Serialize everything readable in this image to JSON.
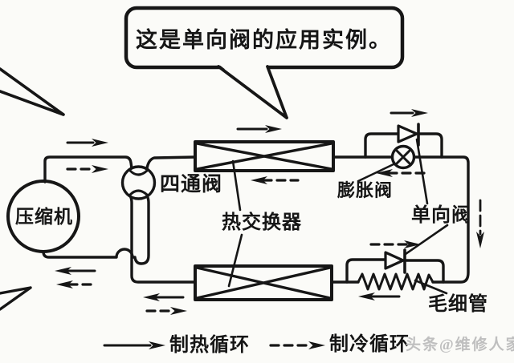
{
  "bubble": {
    "text": "这是单向阀的应用实例。"
  },
  "labels": {
    "compressor": "压缩机",
    "four_way_valve": "四通阀",
    "heat_exchanger": "热交换器",
    "expansion_valve": "膨胀阀",
    "check_valve": "单向阀",
    "capillary_tube": "毛细管"
  },
  "legend": {
    "heating": {
      "label": "制热循环",
      "line_style": "solid"
    },
    "cooling": {
      "label": "制冷循环",
      "line_style": "dashed"
    }
  },
  "watermark": {
    "text": "头条@维修人家"
  },
  "icons": {
    "compressor-icon": "large-circle",
    "four-way-valve-icon": "circle-with-pinched-ports",
    "heat-exchanger-icon": "crossed-rectangle",
    "expansion-valve-icon": "circle-with-cross",
    "check-valve-icon": "triangle-with-bar",
    "capillary-tube-icon": "zigzag-line",
    "heating-flow-arrow": "solid-arrow",
    "cooling-flow-arrow": "dashed-arrow",
    "speech-bubble-icon": "rounded-callout"
  },
  "colors": {
    "ink": "#161616",
    "background": "#fbfbf8",
    "watermark": "#bfbfbf"
  }
}
